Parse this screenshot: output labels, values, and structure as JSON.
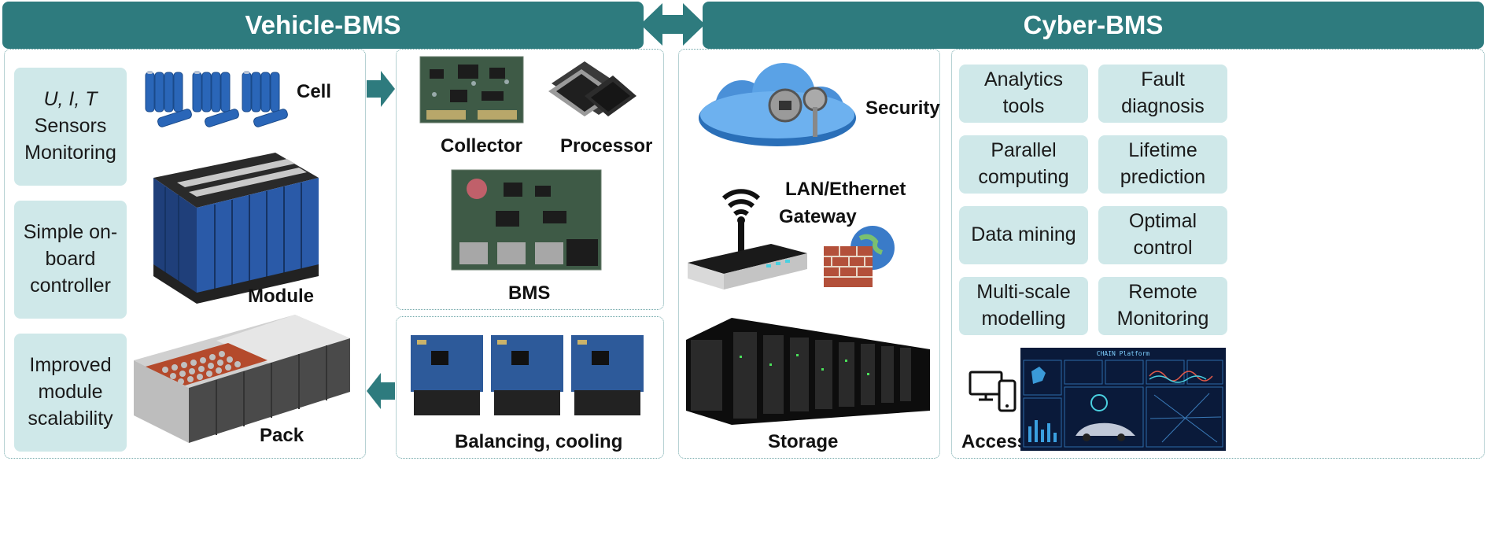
{
  "headers": {
    "vehicle": "Vehicle-BMS",
    "cyber": "Cyber-BMS"
  },
  "vehicle_boxes": {
    "monitoring_vars": "U, I, T",
    "monitoring_rest": "Sensors Monitoring",
    "controller": "Simple on-board controller",
    "scalability": "Improved module scalability"
  },
  "vehicle_labels": {
    "cell": "Cell",
    "module": "Module",
    "pack": "Pack"
  },
  "hardware_labels": {
    "collector": "Collector",
    "processor": "Processor",
    "bms": "BMS",
    "balancing": "Balancing, cooling"
  },
  "cloud_labels": {
    "security": "Security",
    "lan": "LAN/Ethernet",
    "gateway": "Gateway",
    "storage": "Storage"
  },
  "functions": [
    "Analytics tools",
    "Fault diagnosis",
    "Parallel computing",
    "Lifetime prediction",
    "Data mining",
    "Optimal control",
    "Multi-scale modelling",
    "Remote Monitoring"
  ],
  "access": {
    "label": "Access",
    "platform_title": "CHAIN Platform"
  },
  "colors": {
    "teal": "#2e7b7e",
    "box_fill": "#cfe8e9",
    "board_green": "#3e5a46",
    "cell_blue": "#2a66b8"
  }
}
